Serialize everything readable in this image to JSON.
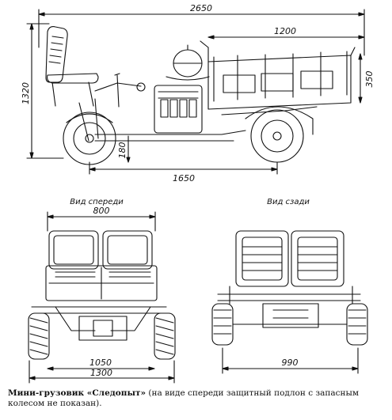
{
  "dimensions": {
    "side": {
      "overall_length": "2650",
      "bed_length": "1200",
      "height": "1320",
      "bed_height": "350",
      "wheelbase": "1650",
      "ground_clearance": "180"
    },
    "front": {
      "width": "800",
      "track": "1050",
      "overall_width": "1300"
    },
    "rear": {
      "track": "990"
    }
  },
  "views": {
    "front": "Вид спереди",
    "rear": "Вид сзади"
  },
  "caption": {
    "title": "Мини-грузовик «Следопыт»",
    "note": " (на виде спереди защитный подлон с запасным колесом не показан)."
  }
}
